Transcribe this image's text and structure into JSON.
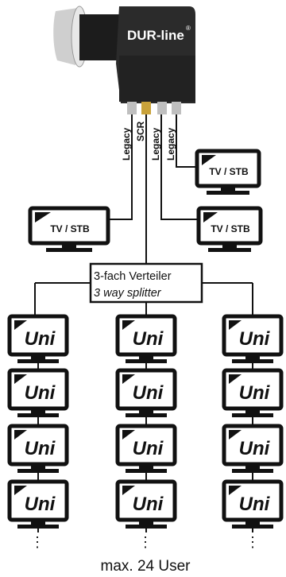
{
  "lnb": {
    "brand": "DUR-line",
    "brand_mark": "®"
  },
  "cables": [
    {
      "label": "Legacy"
    },
    {
      "label": "SCR"
    },
    {
      "label": "Legacy"
    },
    {
      "label": "Legacy"
    }
  ],
  "tv_label": "TV / STB",
  "splitter": {
    "line1": "3-fach Verteiler",
    "line2": "3 way splitter"
  },
  "uni_label": "Uni",
  "uni_columns": 3,
  "uni_rows": 4,
  "continuation": "⋮",
  "footer": "max. 24 User",
  "colors": {
    "ink": "#111111",
    "lnb_body": "#2a2a2a",
    "lnb_cap": "#d9d9d9",
    "gold": "#c9a23a"
  }
}
